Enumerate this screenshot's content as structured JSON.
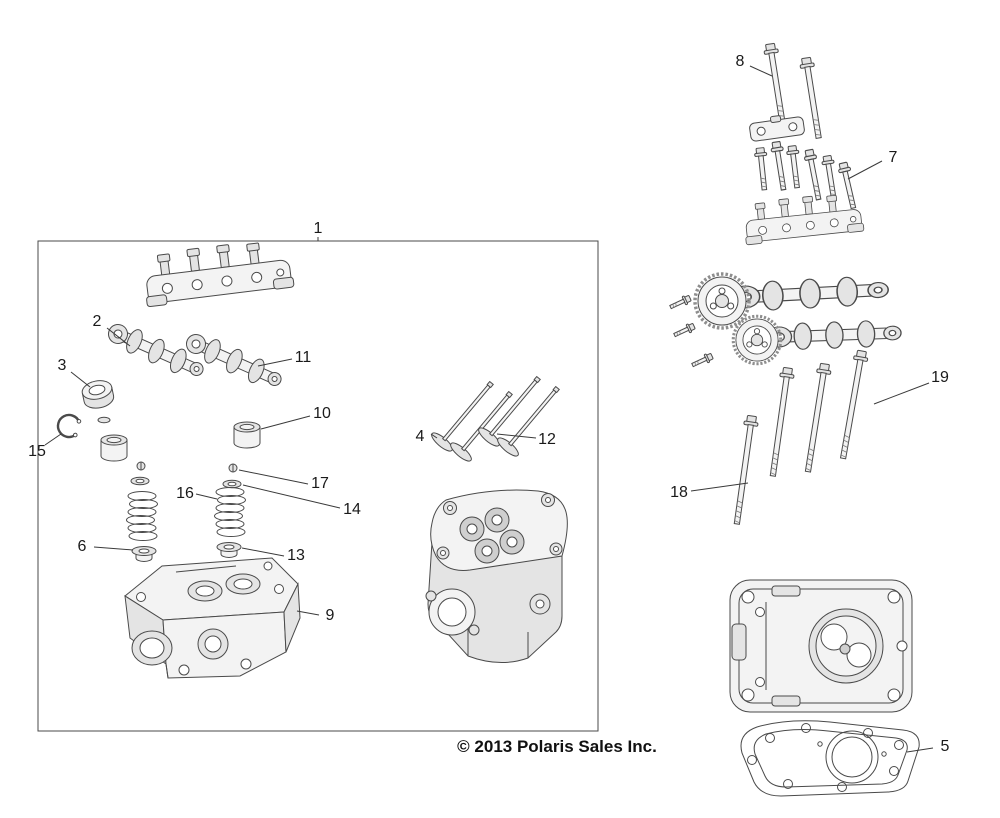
{
  "colors": {
    "background": "#ffffff",
    "line_art": "#4a4a4a",
    "text": "#1a1a1a"
  },
  "diagram": {
    "copyright": "© 2013 Polaris Sales Inc.",
    "callouts": {
      "n1": "1",
      "n2": "2",
      "n3": "3",
      "n4": "4",
      "n5": "5",
      "n6": "6",
      "n7": "7",
      "n8": "8",
      "n9": "9",
      "n10": "10",
      "n11": "11",
      "n12": "12",
      "n13": "13",
      "n14": "14",
      "n15": "15",
      "n16": "16",
      "n17": "17",
      "n18": "18",
      "n19": "19"
    }
  }
}
